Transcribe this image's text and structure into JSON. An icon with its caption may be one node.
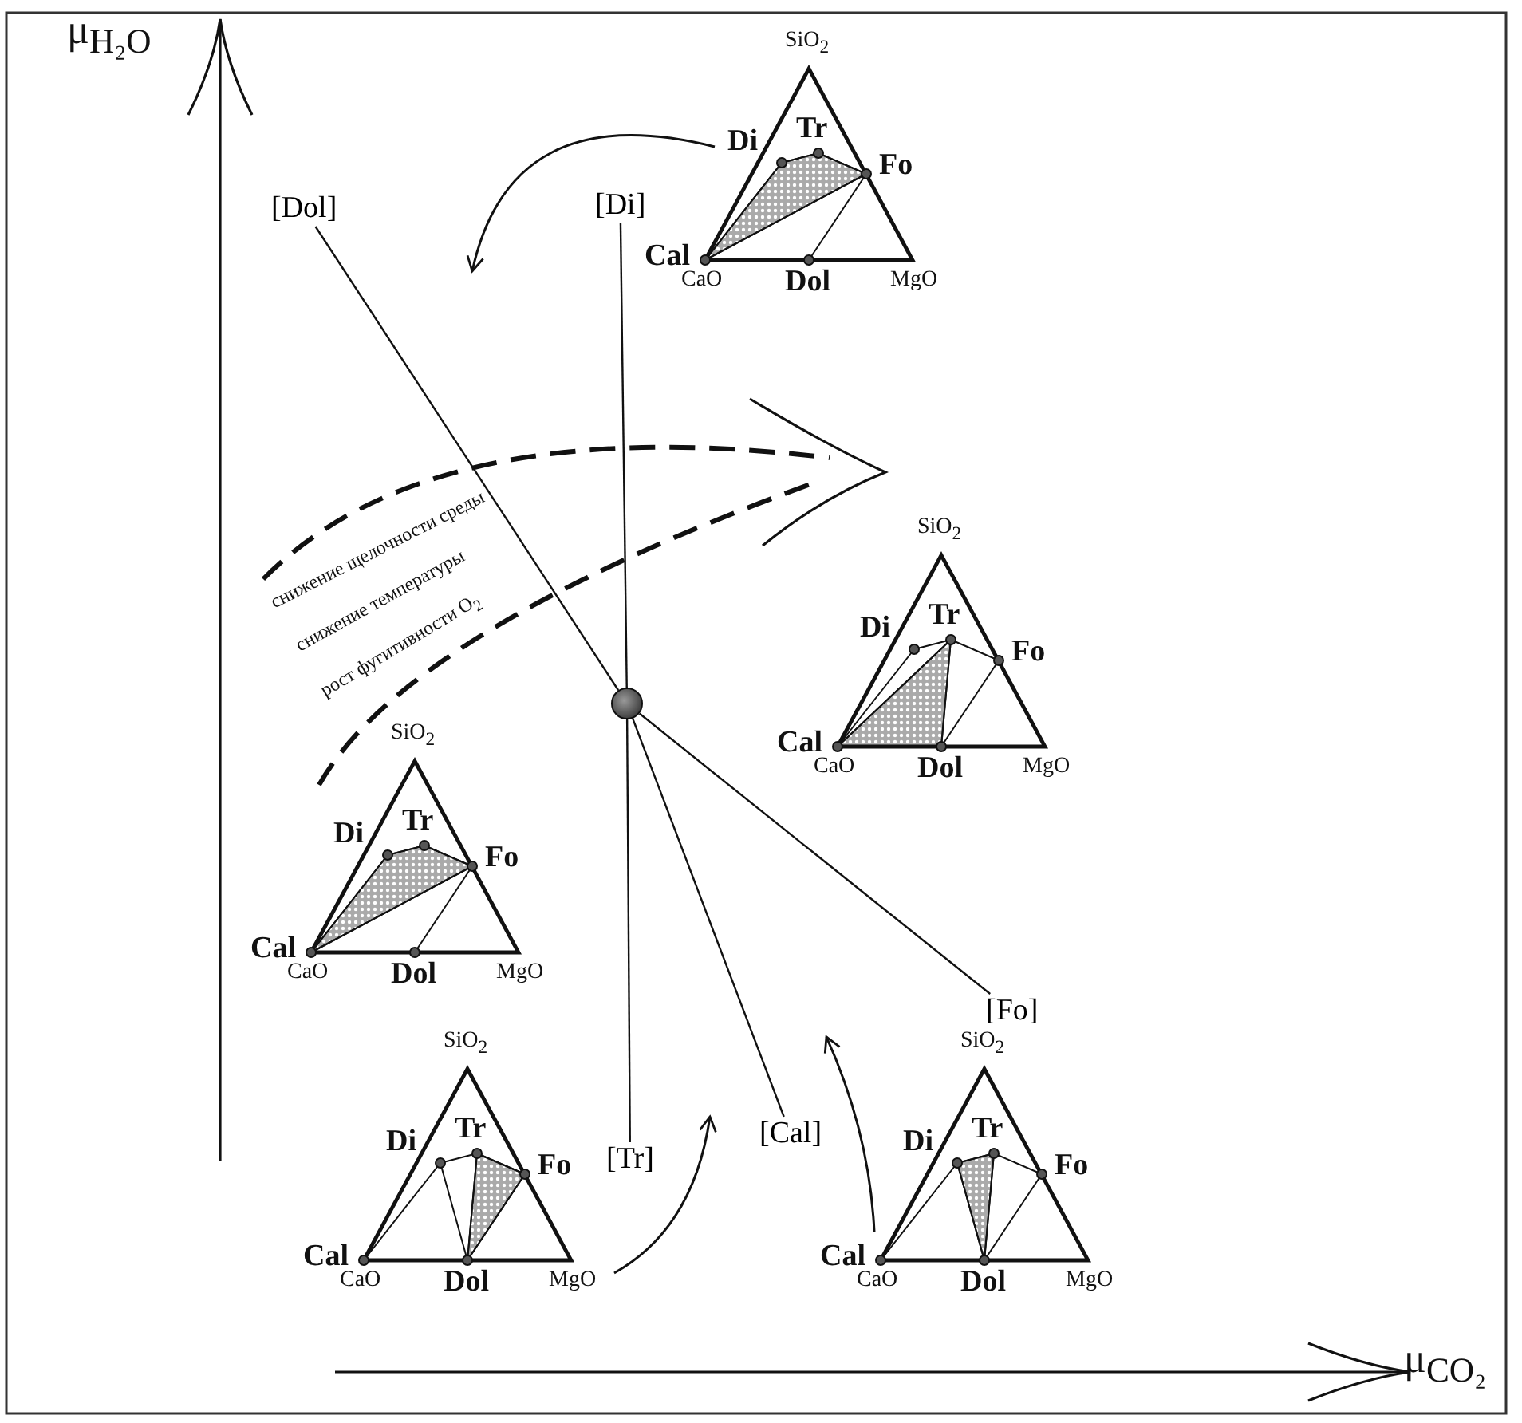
{
  "diagram": {
    "nodes": [
      {
        "text": [],
        "shape": "circle"
      },
      {
        "text": [
          "[Dol]"
        ]
      },
      {
        "text": [
          "[Di]"
        ]
      },
      {
        "text": [
          "[Tr]"
        ]
      },
      {
        "text": [
          "[Cal]"
        ]
      },
      {
        "text": [
          "[Fo]"
        ]
      },
      {
        "text": [
          "SiO$_{2}$",
          "Di",
          "Tr",
          "Fo",
          "Cal",
          "CaO",
          "Dol",
          "MgO"
        ]
      },
      {
        "text": [
          "SiO$_{2}$",
          "Di",
          "Tr",
          "Fo",
          "Cal",
          "CaO",
          "Dol",
          "MgO"
        ]
      },
      {
        "text": [
          "SiO$_{2}$",
          "Di",
          "Tr",
          "Fo",
          "Cal",
          "CaO",
          "Dol",
          "MgO"
        ]
      },
      {
        "text": [
          "SiO$_{2}$",
          "Di",
          "Tr",
          "Fo",
          "Cal",
          "CaO",
          "Dol",
          "MgO"
        ]
      },
      {
        "text": [
          "SiO$_{2}$",
          "Di",
          "Tr",
          "Fo",
          "Cal",
          "CaO",
          "Dol",
          "MgO"
        ]
      }
    ],
    "edges": [
      {
        "from": 0,
        "to": 1,
        "arrow": "none"
      },
      {
        "from": 0,
        "to": 2,
        "arrow": "none"
      },
      {
        "from": 0,
        "to": 3,
        "arrow": "none"
      },
      {
        "from": 0,
        "to": 4,
        "arrow": "none"
      },
      {
        "from": 0,
        "to": 5,
        "arrow": "none"
      }
    ],
    "labels": [
      "μ$_{H₂O}$",
      "снижение щелочности среды",
      "снижение температуры",
      "рост фугитивности O$_{2}$",
      "μ$_{CO₂}$"
    ]
  }
}
